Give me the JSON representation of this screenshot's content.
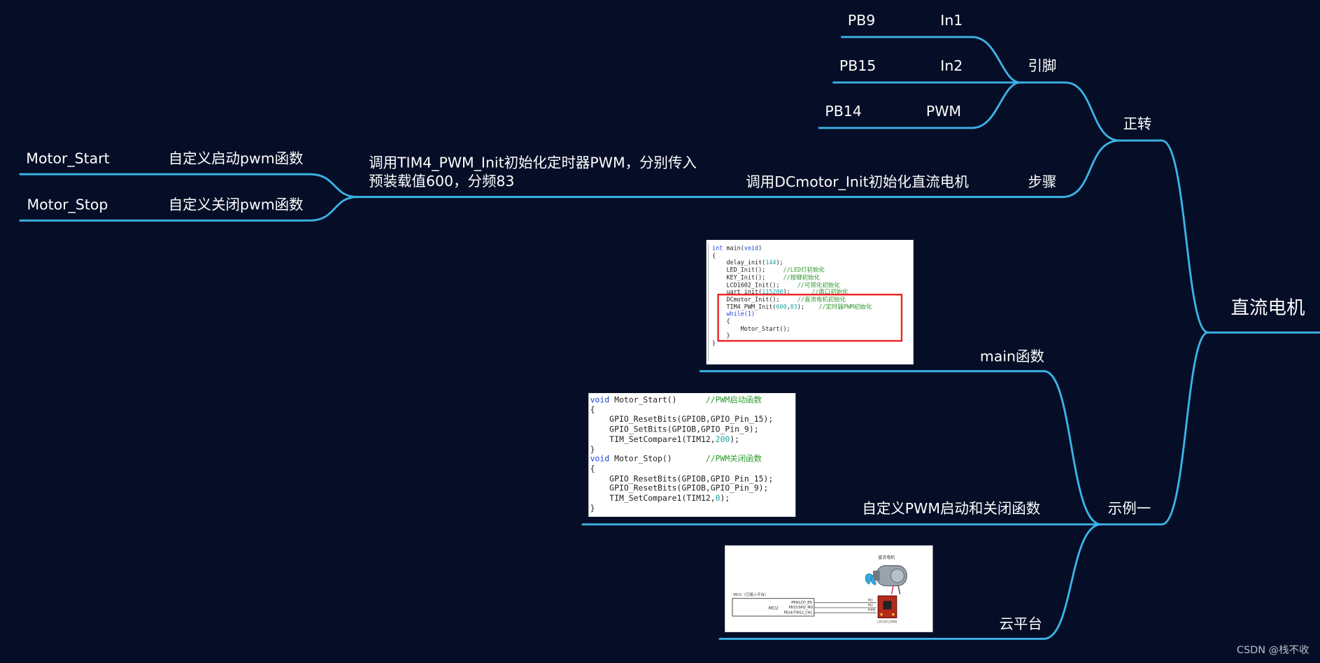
{
  "root": "直流电机",
  "branches": {
    "forward": {
      "label": "正转",
      "pins": {
        "label": "引脚",
        "rows": [
          {
            "pin": "PB9",
            "signal": "In1"
          },
          {
            "pin": "PB15",
            "signal": "In2"
          },
          {
            "pin": "PB14",
            "signal": "PWM"
          }
        ]
      },
      "steps": {
        "label": "步骤",
        "dc_init": "调用DCmotor_Init初始化直流电机",
        "tim_init": "调用TIM4_PWM_Init初始化定时器PWM，分别传入预装载值600，分频83",
        "motor_start": {
          "name": "Motor_Start",
          "desc": "自定义启动pwm函数"
        },
        "motor_stop": {
          "name": "Motor_Stop",
          "desc": "自定义关闭pwm函数"
        }
      }
    },
    "example": {
      "label": "示例一",
      "main": "main函数",
      "custom_pwm": "自定义PWM启动和关闭函数",
      "cloud": "云平台"
    }
  },
  "code_main": {
    "l0a": "int",
    "l0b": " main(",
    "l0c": "void",
    "l0d": ")",
    "l1": "{",
    "l2a": "    delay_init(",
    "l2b": "144",
    "l2c": ");",
    "l3a": "    LED_Init();     ",
    "l3b": "//LED灯初始化",
    "l4a": "    KEY_Init();     ",
    "l4b": "//按键初始化",
    "l5a": "    LCD1602_Init();     ",
    "l5b": "//可视化初始化",
    "l6a": "    uart_init(",
    "l6b": "115200",
    "l6c": ");      ",
    "l6d": "//串口初始化",
    "l7a": "    DCmotor_Init();     ",
    "l7b": "//直流电机初始化",
    "l8a": "    TIM4_PWM_Init(",
    "l8b": "600",
    "l8c": ",",
    "l8d": "83",
    "l8e": ");    ",
    "l8f": "//定时器PWM初始化",
    "l9": "    while(1)",
    "l10": "    {",
    "l11": "        Motor_Start();",
    "l12": "    }",
    "l13": "}"
  },
  "code_funcs": {
    "s1a": "void",
    "s1b": " Motor_Start()      ",
    "s1c": "//PWM启动函数",
    "s2": "{",
    "s3": "    GPIO_ResetBits(GPIOB,GPIO_Pin_15);",
    "s4": "    GPIO_SetBits(GPIOB,GPIO_Pin_9);",
    "s5a": "    TIM_SetCompare1(TIM12,",
    "s5b": "200",
    "s5c": ");",
    "s6": "}",
    "s7a": "void",
    "s7b": " Motor_Stop()       ",
    "s7c": "//PWM关闭函数",
    "s8": "{",
    "s9": "    GPIO_ResetBits(GPIOB,GPIO_Pin_15);",
    "s10": "    GPIO_ResetBits(GPIOB,GPIO_Pin_9);",
    "s11a": "    TIM_SetCompare1(TIM12,",
    "s11b": "0",
    "s11c": ");",
    "s12": "}"
  },
  "cloud_diagram": {
    "motor_label": "直流电机",
    "mcu_header": "MCU（已接入平台）",
    "mcu": "MCU",
    "pin1": "PB9/LCD_EN",
    "pin2": "PB15/SPI2_MO",
    "pin3": "PB14/TIM12_CH1",
    "in1": "IN1",
    "in2": "IN2",
    "pwm": "PWM",
    "driver": "L9110/L298N"
  },
  "watermark": "CSDN @栈不收",
  "colors": {
    "background": "#050e26",
    "connector": "#3cb2e6",
    "text": "#ffffff"
  }
}
